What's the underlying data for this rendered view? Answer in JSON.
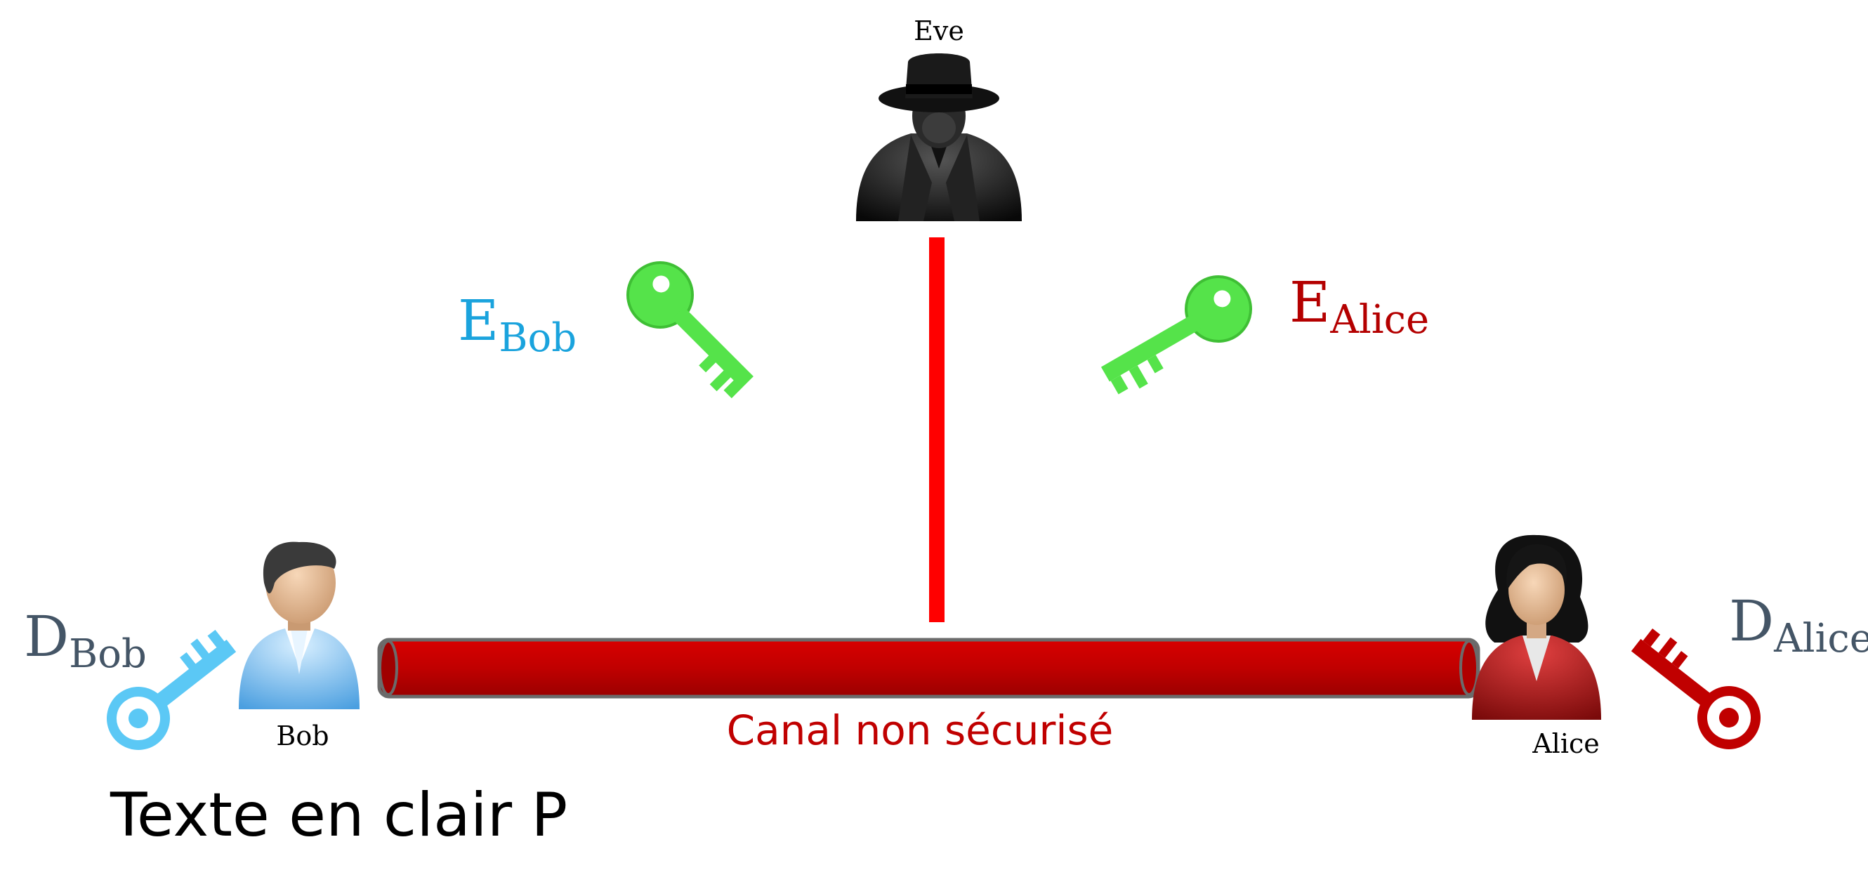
{
  "figure": {
    "caption": "Texte en clair P",
    "channel": {
      "label": "Canal non sécurisé",
      "color": "#c00000"
    },
    "tap_line_color": "#ff0000",
    "actors": {
      "eve": {
        "name": "Eve"
      },
      "bob": {
        "name": "Bob"
      },
      "alice": {
        "name": "Alice"
      }
    },
    "keys": {
      "e_bob": {
        "base": "E",
        "sub": "Bob",
        "label_color": "#1aa3dd",
        "key_color": "#55e34a",
        "icon": "key-icon"
      },
      "e_alice": {
        "base": "E",
        "sub": "Alice",
        "label_color": "#b40000",
        "key_color": "#55e34a",
        "icon": "key-icon"
      },
      "d_bob": {
        "base": "D",
        "sub": "Bob",
        "label_color": "#445566",
        "key_color": "#5bc8f5",
        "icon": "key-icon"
      },
      "d_alice": {
        "base": "D",
        "sub": "Alice",
        "label_color": "#445566",
        "key_color": "#c00000",
        "icon": "key-icon"
      }
    }
  }
}
